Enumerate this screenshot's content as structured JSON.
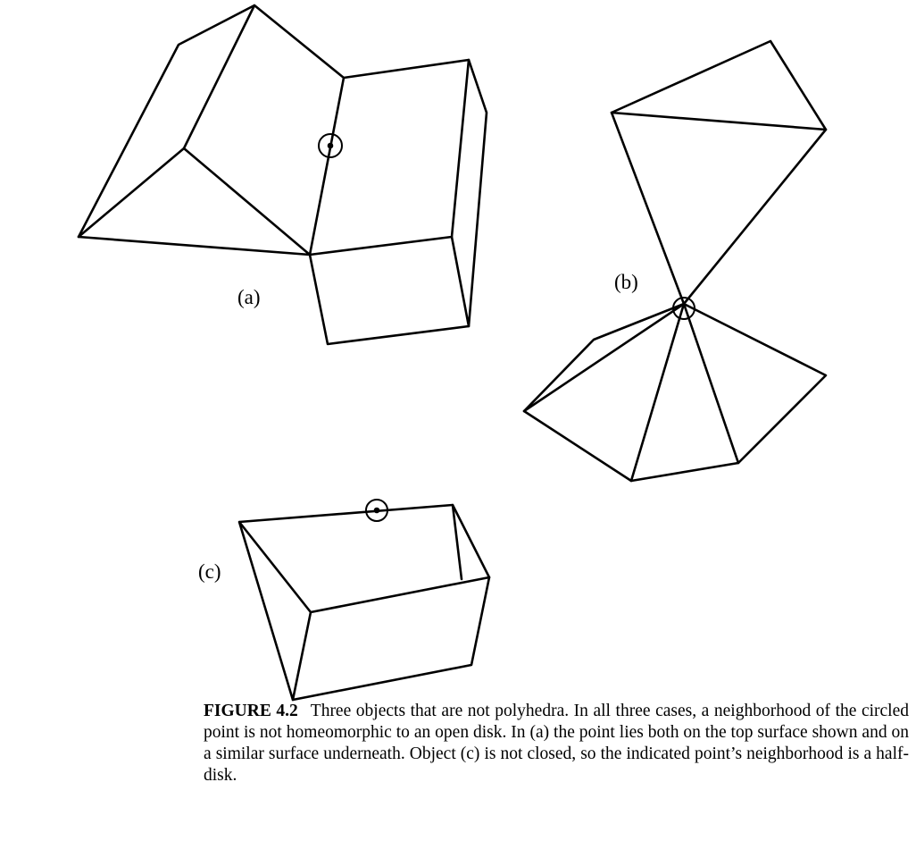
{
  "labels": {
    "a": "(a)",
    "b": "(b)",
    "c": "(c)"
  },
  "caption": {
    "number": "FIGURE 4.2",
    "text": "Three objects that are not polyhedra. In all three cases, a neighborhood of the circled point is not homeomorphic to an open disk. In (a) the point lies both on the top surface shown and on a similar surface underneath. Object (c) is not closed, so the indicated point’s neighborhood is a half-disk."
  }
}
